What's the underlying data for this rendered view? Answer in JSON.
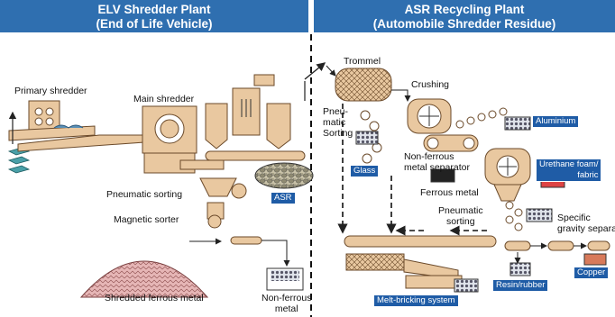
{
  "headers": {
    "elv_line1": "ELV Shredder Plant",
    "elv_line2": "(End of Life Vehicle)",
    "asr_line1": "ASR Recycling Plant",
    "asr_line2": "(Automobile Shredder Residue)"
  },
  "labels": {
    "primary_shredder": "Primary shredder",
    "main_shredder": "Main shredder",
    "pneumatic_sorting_left": "Pneumatic sorting",
    "magnetic_sorter": "Magnetic sorter",
    "shredded_ferrous_metal": "Shredded ferrous metal",
    "non_ferrous_line1": "Non-ferrous",
    "non_ferrous_line2": "metal",
    "trommel": "Trommel",
    "crushing": "Crushing",
    "pneumatic_sorting_a_line1": "Pneu-",
    "pneumatic_sorting_a_line2": "matic",
    "pneumatic_sorting_a_line3": "Sorting",
    "non_ferrous_separator_line1": "Non-ferrous",
    "non_ferrous_separator_line2": "metal separator",
    "ferrous_metal": "Ferrous metal",
    "pneumatic_sorting_b_line1": "Pneumatic",
    "pneumatic_sorting_b_line2": "sorting",
    "specific_gravity_line1": "Specific",
    "specific_gravity_line2": "gravity separator"
  },
  "boxes": {
    "asr": "ASR",
    "glass": "Glass",
    "aluminium": "Aluminium",
    "urethane_line1": "Urethane foam/",
    "urethane_line2": "fabric",
    "resin_rubber": "Resin/rubber",
    "copper": "Copper",
    "melt_bricking": "Melt-bricking system"
  },
  "colors": {
    "header_bg": "#2f6fb0",
    "label_box_bg": "#1f5ca6",
    "machine_fill": "#e9c8a0",
    "machine_stroke": "#6b4a2a",
    "pile_fill": "#d9a2a2",
    "arrow": "#333333"
  }
}
